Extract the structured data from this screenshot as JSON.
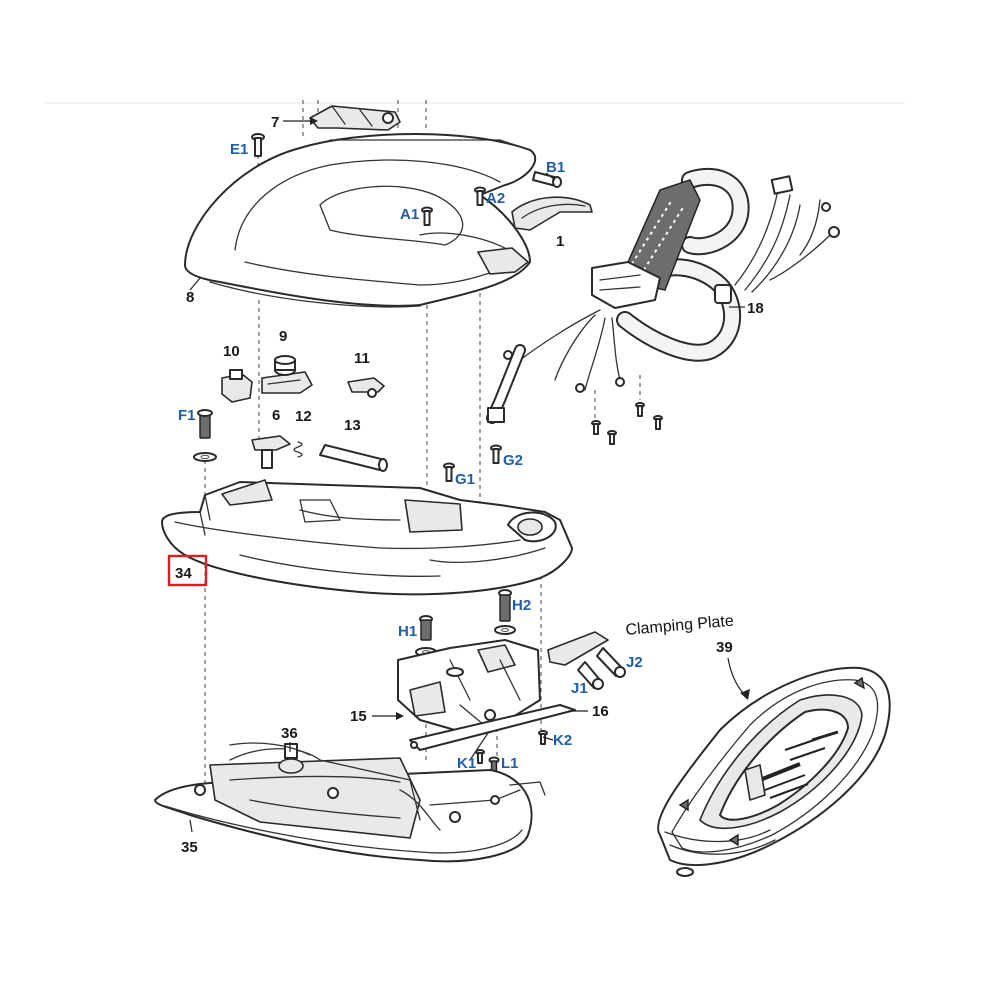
{
  "labels": {
    "p7": "7",
    "e1": "E1",
    "b1": "B1",
    "a2": "A2",
    "a1": "A1",
    "p1": "1",
    "p8": "8",
    "p18": "18",
    "p10": "10",
    "p9": "9",
    "p11": "11",
    "f1": "F1",
    "p6": "6",
    "p12": "12",
    "p13": "13",
    "g1": "G1",
    "g2": "G2",
    "p34": "34",
    "h2": "H2",
    "h1": "H1",
    "j1": "J1",
    "j2": "J2",
    "p15": "15",
    "p16": "16",
    "k2": "K2",
    "k1": "K1",
    "l1": "L1",
    "p36": "36",
    "p35": "35",
    "p39": "39"
  },
  "callout": "Clamping Plate",
  "highlight": {
    "part": "34",
    "color": "#d42020"
  },
  "colors": {
    "part_label": "#1f5ea8",
    "number_label": "#1a1a1a"
  }
}
